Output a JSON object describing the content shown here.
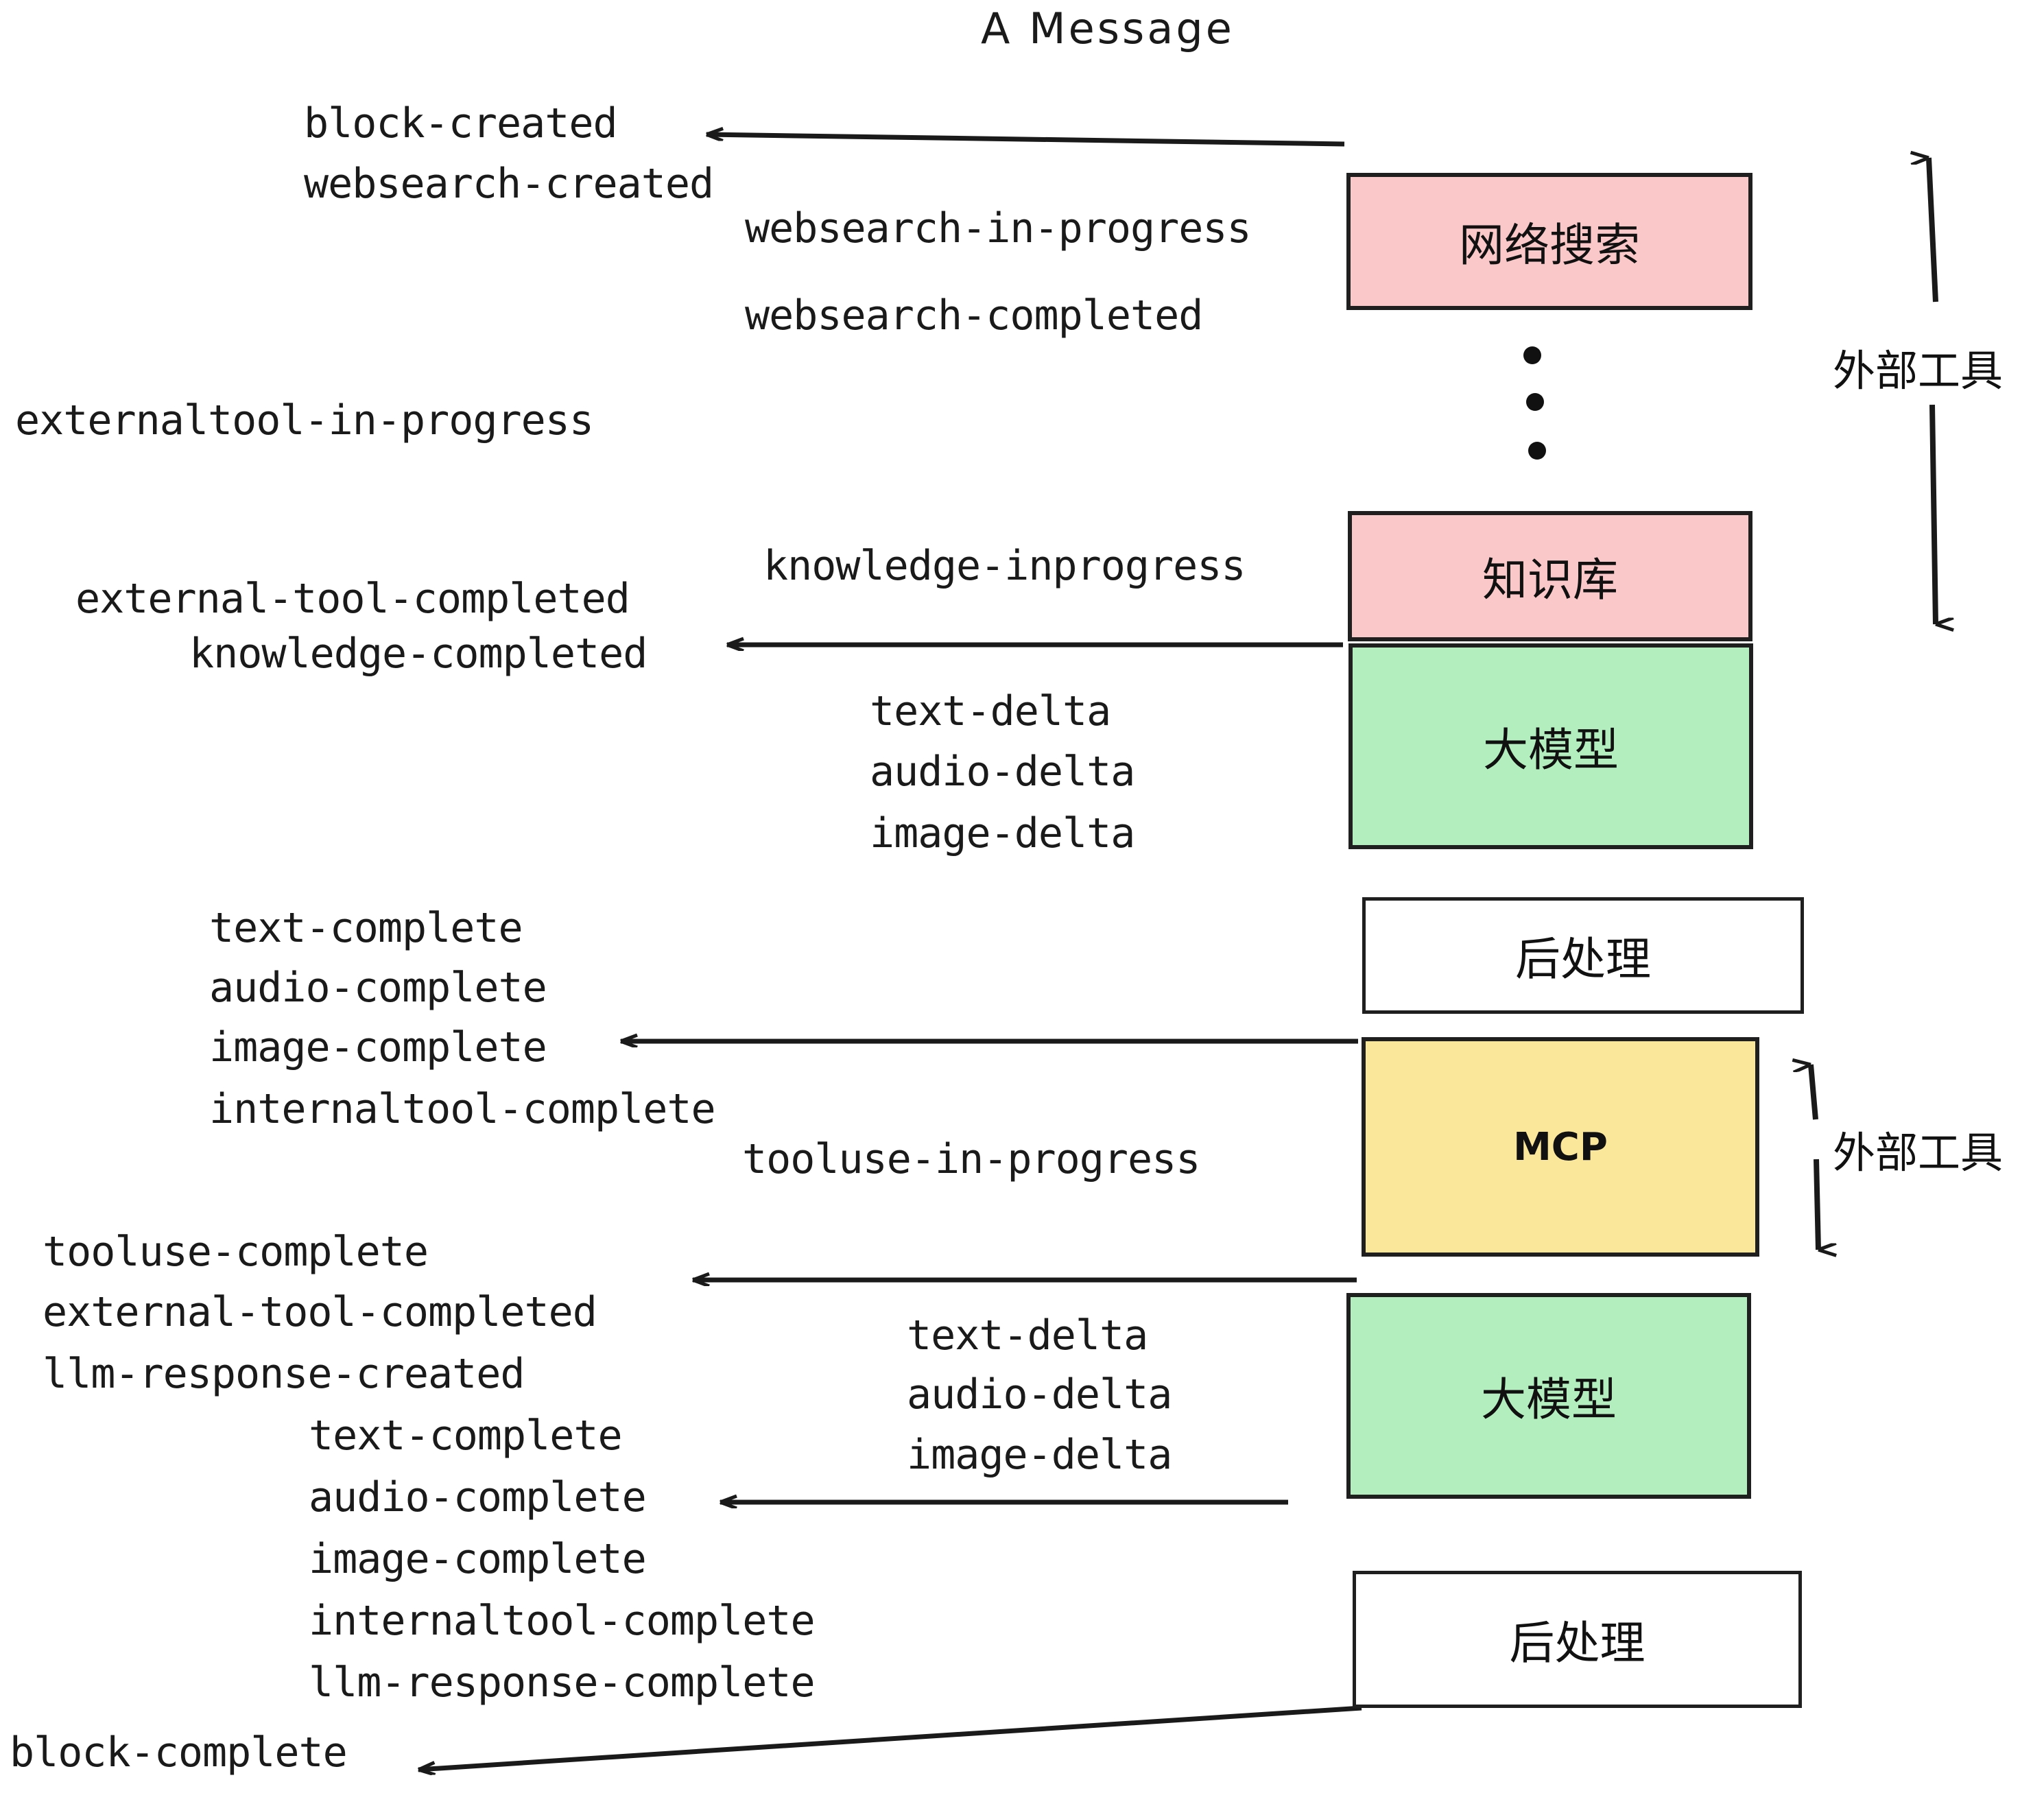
{
  "title": "A Message",
  "colors": {
    "pink": "#fac8c8",
    "green": "#b3efbe",
    "yellow": "#fbe79a",
    "white": "#ffffff",
    "stroke": "#1f1f1f",
    "text": "#1a1a1a"
  },
  "nodes": [
    {
      "id": "websearch",
      "label": "网络搜索",
      "fill": "pink"
    },
    {
      "id": "knowledge",
      "label": "知识库",
      "fill": "pink"
    },
    {
      "id": "llm-top",
      "label": "大模型",
      "fill": "green"
    },
    {
      "id": "postprocess-1",
      "label": "后处理",
      "fill": "white"
    },
    {
      "id": "mcp",
      "label": "MCP",
      "fill": "yellow"
    },
    {
      "id": "llm-bottom",
      "label": "大模型",
      "fill": "green"
    },
    {
      "id": "postprocess-2",
      "label": "后处理",
      "fill": "white"
    }
  ],
  "side_labels": [
    {
      "id": "external-tool-top",
      "label": "外部工具"
    },
    {
      "id": "external-tool-bottom",
      "label": "外部工具"
    }
  ],
  "events": [
    {
      "id": "block-created",
      "text": "block-created"
    },
    {
      "id": "websearch-created",
      "text": "websearch-created"
    },
    {
      "id": "websearch-in-progress",
      "text": "websearch-in-progress"
    },
    {
      "id": "websearch-completed",
      "text": "websearch-completed"
    },
    {
      "id": "externaltool-in-progress",
      "text": "externaltool-in-progress"
    },
    {
      "id": "knowledge-inprogress",
      "text": "knowledge-inprogress"
    },
    {
      "id": "external-tool-completed-1",
      "text": "external-tool-completed"
    },
    {
      "id": "knowledge-completed",
      "text": "knowledge-completed"
    },
    {
      "id": "text-delta-1",
      "text": "text-delta"
    },
    {
      "id": "audio-delta-1",
      "text": "audio-delta"
    },
    {
      "id": "image-delta-1",
      "text": "image-delta"
    },
    {
      "id": "text-complete-1",
      "text": "text-complete"
    },
    {
      "id": "audio-complete-1",
      "text": "audio-complete"
    },
    {
      "id": "image-complete-1",
      "text": "image-complete"
    },
    {
      "id": "internaltool-complete-1",
      "text": "internaltool-complete"
    },
    {
      "id": "tooluse-in-progress",
      "text": "tooluse-in-progress"
    },
    {
      "id": "tooluse-complete",
      "text": "tooluse-complete"
    },
    {
      "id": "external-tool-completed-2",
      "text": "external-tool-completed"
    },
    {
      "id": "llm-response-created",
      "text": "llm-response-created"
    },
    {
      "id": "text-delta-2",
      "text": "text-delta"
    },
    {
      "id": "audio-delta-2",
      "text": "audio-delta"
    },
    {
      "id": "image-delta-2",
      "text": "image-delta"
    },
    {
      "id": "text-complete-2",
      "text": "text-complete"
    },
    {
      "id": "audio-complete-2",
      "text": "audio-complete"
    },
    {
      "id": "image-complete-2",
      "text": "image-complete"
    },
    {
      "id": "internaltool-complete-2",
      "text": "internaltool-complete"
    },
    {
      "id": "llm-response-complete",
      "text": "llm-response-complete"
    },
    {
      "id": "block-complete",
      "text": "block-complete"
    }
  ]
}
